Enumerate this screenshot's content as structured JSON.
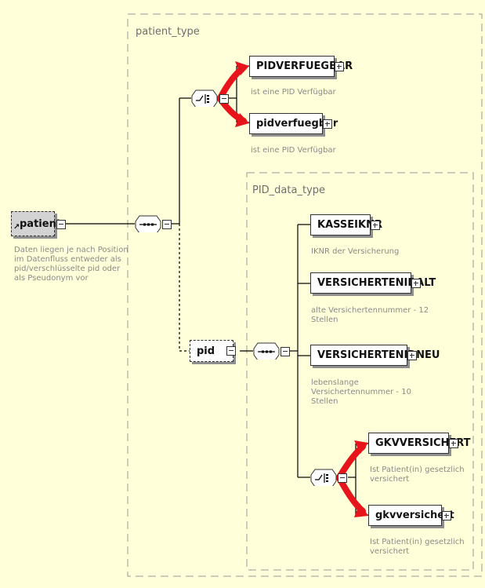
{
  "root": {
    "name": "patient",
    "doc": [
      "Daten liegen je nach Position",
      "im Datenfluss entweder als",
      "pid/verschlüsselte pid oder",
      "als Pseudonym vor"
    ]
  },
  "patient_type": {
    "label": "patient_type",
    "choice_items": [
      {
        "name": "PIDVERFUEGBAR",
        "doc": "ist eine PID Verfügbar"
      },
      {
        "name": "pidverfuegbar",
        "doc": "ist eine PID Verfügbar"
      }
    ],
    "pid": {
      "name": "pid"
    }
  },
  "pid_data_type": {
    "label": "PID_data_type",
    "items": [
      {
        "name": "KASSEIKNR",
        "doc": [
          "IKNR der Versicherung"
        ]
      },
      {
        "name": "VERSICHERTENIDALT",
        "doc": [
          "alte Versichertennummer - 12",
          "Stellen"
        ]
      },
      {
        "name": "VERSICHERTENIDNEU",
        "doc": [
          "lebenslange",
          "Versichertennummer - 10",
          "Stellen"
        ]
      }
    ],
    "choice_items": [
      {
        "name": "GKVVERSICHERT",
        "doc": [
          "Ist Patient(in) gesetzlich",
          "versichert"
        ]
      },
      {
        "name": "gkvversichert",
        "doc": [
          "Ist Patient(in) gesetzlich",
          "versichert"
        ]
      }
    ]
  },
  "colors": {
    "background": "#ffffd9",
    "highlight_arrow": "#e8141c",
    "region_border": "#9a9a9a"
  }
}
